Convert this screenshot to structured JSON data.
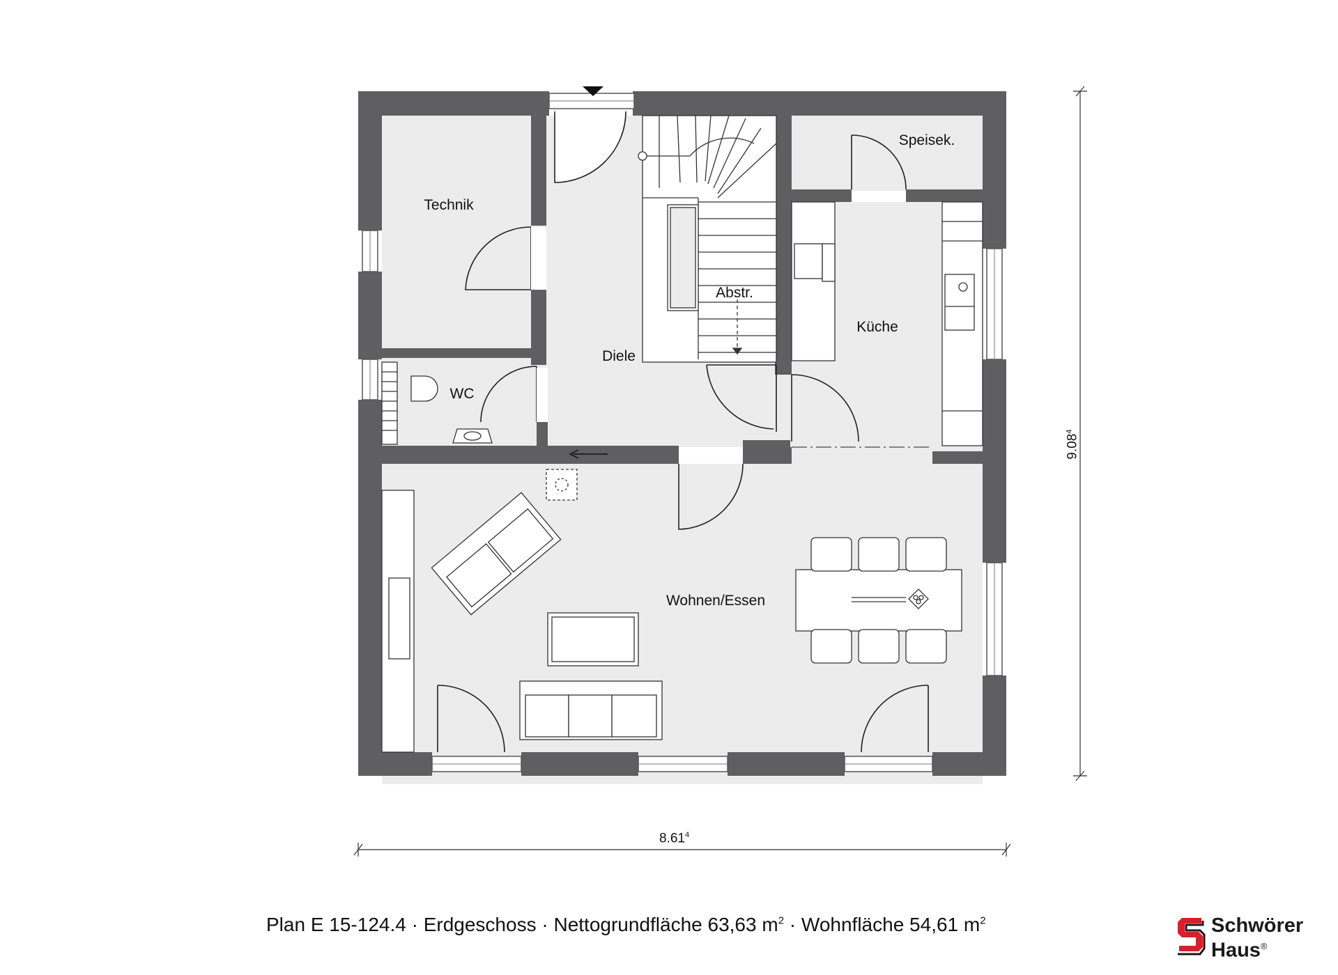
{
  "rooms": {
    "technik": "Technik",
    "speisekammer": "Speisek.",
    "abstellraum": "Abstr.",
    "kueche": "Küche",
    "diele": "Diele",
    "wc": "WC",
    "wohnen_essen": "Wohnen/Essen"
  },
  "dimensions": {
    "width_main": "8.61",
    "width_sup": "4",
    "height_main": "9.08",
    "height_sup": "4"
  },
  "caption": {
    "plan": "Plan E 15-124.4",
    "sep1": " · ",
    "floor": "Erdgeschoss",
    "sep2": " · ",
    "net_area": "Nettogrundfläche 63,63 m",
    "sq1": "2",
    "sep3": " · ",
    "living_area": "Wohnfläche 54,61 m",
    "sq2": "2"
  },
  "logo": {
    "line1": "Schwörer",
    "line2": "Haus",
    "mark": "®",
    "brand_color": "#d6202a"
  },
  "colors": {
    "wall": "#5f5f61",
    "floor": "#ececec",
    "line": "#333333"
  }
}
